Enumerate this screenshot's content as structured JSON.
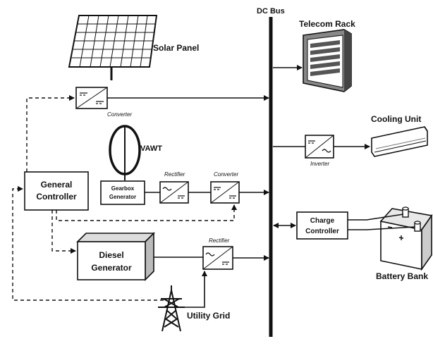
{
  "bus": {
    "label": "DC Bus"
  },
  "solar": {
    "label": "Solar Panel",
    "converter_label": "Converter"
  },
  "vawt": {
    "label": "VAWT",
    "gearbox_line1": "Gearbox",
    "gearbox_line2": "Generator",
    "rectifier_label": "Rectifier",
    "converter_label": "Converter"
  },
  "controller": {
    "line1": "General",
    "line2": "Controller"
  },
  "diesel": {
    "line1": "Diesel",
    "line2": "Generator",
    "rectifier_label": "Rectifier"
  },
  "grid": {
    "label": "Utility Grid"
  },
  "telecom": {
    "label": "Telecom Rack"
  },
  "cooling": {
    "label": "Cooling Unit",
    "inverter_label": "Inverter"
  },
  "battery": {
    "label": "Battery Bank",
    "charge_line1": "Charge",
    "charge_line2": "Controller"
  },
  "icons": [
    "solar-panel-icon",
    "vawt-icon",
    "power-tower-icon",
    "telecom-rack-icon",
    "air-conditioner-icon",
    "battery-icon"
  ]
}
